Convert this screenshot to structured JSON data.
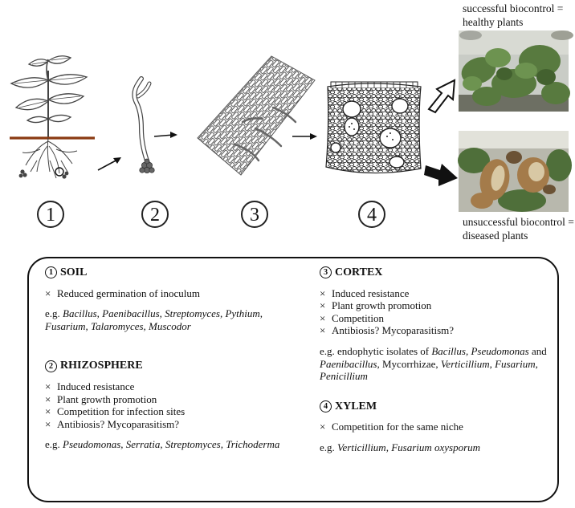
{
  "stages": [
    {
      "num": "1",
      "name": "soil-stage"
    },
    {
      "num": "2",
      "name": "rhizosphere-stage"
    },
    {
      "num": "3",
      "name": "cortex-stage"
    },
    {
      "num": "4",
      "name": "xylem-stage"
    }
  ],
  "captions": {
    "success_l1": "successful biocontrol =",
    "success_l2": "healthy plants",
    "fail_l1": "unsuccessful biocontrol =",
    "fail_l2": "diseased plants"
  },
  "sections": {
    "soil": {
      "num": "1",
      "title": "SOIL",
      "items": [
        "Reduced germination of inoculum"
      ],
      "eg_prefix": "e.g.",
      "eg_l1": "Bacillus, Paenibacillus, Streptomyces, Pythium,",
      "eg_l2": "Fusarium, Talaromyces, Muscodor"
    },
    "rhizosphere": {
      "num": "2",
      "title": "RHIZOSPHERE",
      "items": [
        "Induced resistance",
        "Plant growth promotion",
        "Competition for infection sites",
        "Antibiosis? Mycoparasitism?"
      ],
      "eg_prefix": "e.g.",
      "eg_l1": "Pseudomonas, Serratia, Streptomyces, Trichoderma"
    },
    "cortex": {
      "num": "3",
      "title": "CORTEX",
      "items": [
        "Induced resistance",
        "Plant growth promotion",
        "Competition",
        "Antibiosis? Mycoparasitism?"
      ],
      "eg_prefix": "e.g. endophytic isolates of",
      "eg_a": "Bacillus, Pseudomonas",
      "eg_and": "and",
      "eg_b": "Paenibacillus,",
      "eg_myco": "Mycorrhizae,",
      "eg_c": "Verticillium, Fusarium,",
      "eg_d": "Penicillium"
    },
    "xylem": {
      "num": "4",
      "title": "XYLEM",
      "items": [
        "Competition for the same niche"
      ],
      "eg_prefix": "e.g.",
      "eg_l1": "Verticillium, Fusarium oxysporum"
    }
  },
  "bullet_symbol": "×",
  "colors": {
    "soil_line": "#8a3a12",
    "leaf_green": "#5f7f45",
    "lesion_brown": "#a47b4a"
  }
}
